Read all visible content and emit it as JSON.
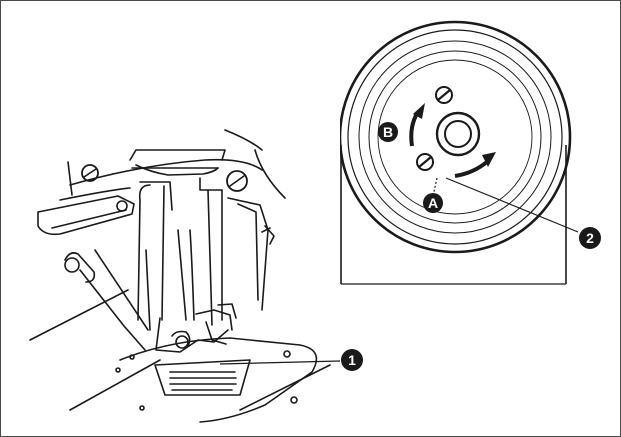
{
  "labels": {
    "callout_1": "1",
    "callout_2": "2",
    "marker_a": "A",
    "marker_b": "B"
  },
  "colors": {
    "ink": "#1a1a1a",
    "paper": "#ffffff",
    "frame": "#4a4a4a"
  }
}
